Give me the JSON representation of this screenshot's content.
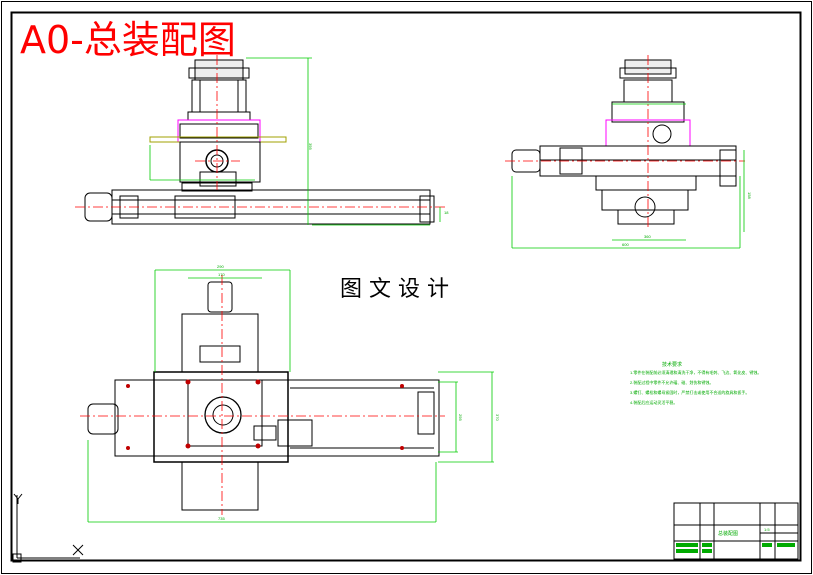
{
  "drawing": {
    "title": "A0-总装配图",
    "watermark": "图 文 设 计"
  },
  "dimensions": {
    "front_height": "395",
    "front_tail": "18",
    "side_height": "158",
    "side_base": "360",
    "side_width": "600",
    "top_width_a": "290",
    "top_width_b": "170",
    "top_height_a": "370",
    "top_height_b": "295",
    "top_width_total": "735"
  },
  "notes": {
    "heading": "技术要求",
    "lines": [
      "1.零件在装配前必须清理和清洗干净，不得有毛刺、飞边、氧化皮、锈蚀。",
      "2.装配过程中零件不允许磕、碰、划伤和锈蚀。",
      "3.螺钉、螺栓和螺母紧固时，严禁打击或使用不合适的旋具和扳手。",
      "4.装配后应运动灵活平稳。"
    ]
  },
  "title_block": {
    "drawing_name": "总装配图",
    "scale": "1:5"
  },
  "colors": {
    "frame": "#000000",
    "outline": "#000000",
    "dimension": "#00cc00",
    "centerline": "#ff0000",
    "accent": "#ff00ff",
    "title": "#ff0000",
    "fill": "#e6e6e6"
  }
}
